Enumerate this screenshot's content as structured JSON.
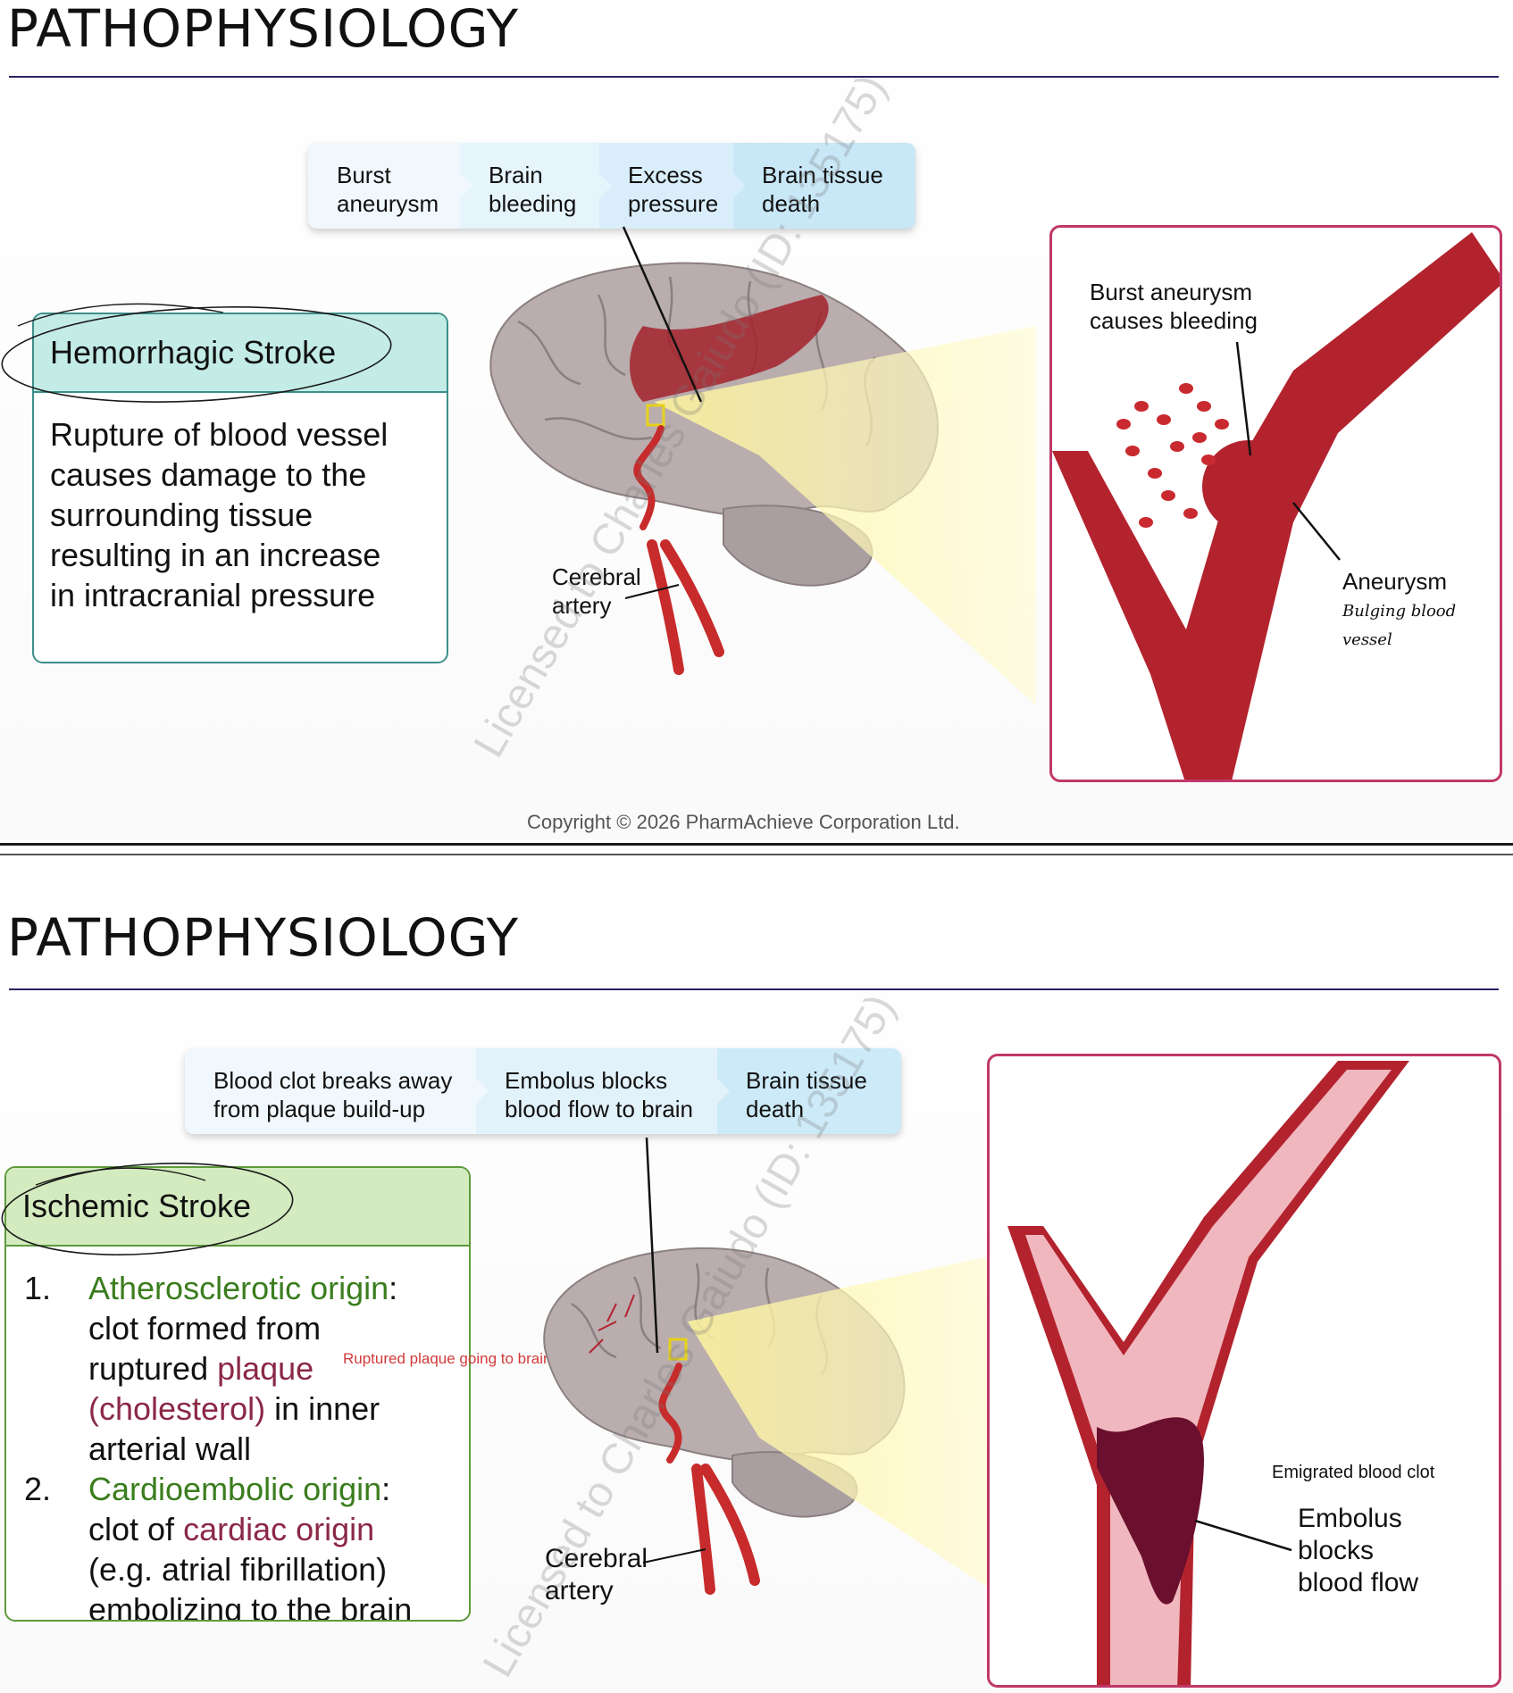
{
  "slide1": {
    "title": "PATHOPHYSIOLOGY",
    "flow": [
      {
        "line1": "Burst",
        "line2": "aneurysm"
      },
      {
        "line1": "Brain",
        "line2": "bleeding"
      },
      {
        "line1": "Excess",
        "line2": "pressure"
      },
      {
        "line1": "Brain tissue",
        "line2": "death"
      }
    ],
    "card": {
      "heading": "Hemorrhagic Stroke",
      "body": [
        "Rupture of blood vessel",
        "causes damage to the",
        "surrounding tissue",
        "resulting in an increase",
        "in intracranial pressure"
      ]
    },
    "labels": {
      "cerebral_artery": [
        "Cerebral",
        "artery"
      ],
      "burst_note": [
        "Burst aneurysm",
        "causes bleeding"
      ],
      "aneurysm": "Aneurysm",
      "aneurysm_handwritten": "Bulging blood vessel"
    },
    "watermark": "Licensed to Charles Gaiudo (ID: 135175)",
    "copyright": "Copyright © 2026 PharmAchieve Corporation Ltd.",
    "colors": {
      "card_border": "#3d8f8a",
      "card_head_bg": "#c3ece6",
      "inset_border": "#c0386a"
    }
  },
  "slide2": {
    "title": "PATHOPHYSIOLOGY",
    "flow": [
      {
        "line1": "Blood clot breaks away",
        "line2": "from plaque build-up"
      },
      {
        "line1": "Embolus blocks",
        "line2": "blood flow to brain"
      },
      {
        "line1": "Brain tissue",
        "line2": "death"
      }
    ],
    "card": {
      "heading": "Ischemic Stroke",
      "items": [
        {
          "num": "1.",
          "title": "Atherosclerotic origin",
          "colon": ":",
          "l1": "clot formed from",
          "l2a": "ruptured ",
          "plaque": "plaque",
          "l3a": "(cholesterol)",
          "l3b": " in inner",
          "l4": "arterial wall"
        },
        {
          "num": "2.",
          "title": "Cardioembolic origin",
          "colon": ":",
          "l1a": "clot of ",
          "cardiac": "cardiac origin",
          "l2": "(e.g. atrial fibrillation)",
          "l3": "embolizing to the brain"
        }
      ]
    },
    "labels": {
      "annotation": "Ruptured plaque going to brain",
      "cerebral_artery": [
        "Cerebral",
        "artery"
      ],
      "emigrated": "Emigrated blood clot",
      "embolus": [
        "Embolus",
        "blocks",
        "blood flow"
      ]
    },
    "watermark": "Licensed to Charles Gaiudo (ID: 135175)",
    "colors": {
      "card_border": "#5e9a3c",
      "card_head_bg": "#d4ebbf",
      "inset_border": "#c0386a"
    }
  }
}
